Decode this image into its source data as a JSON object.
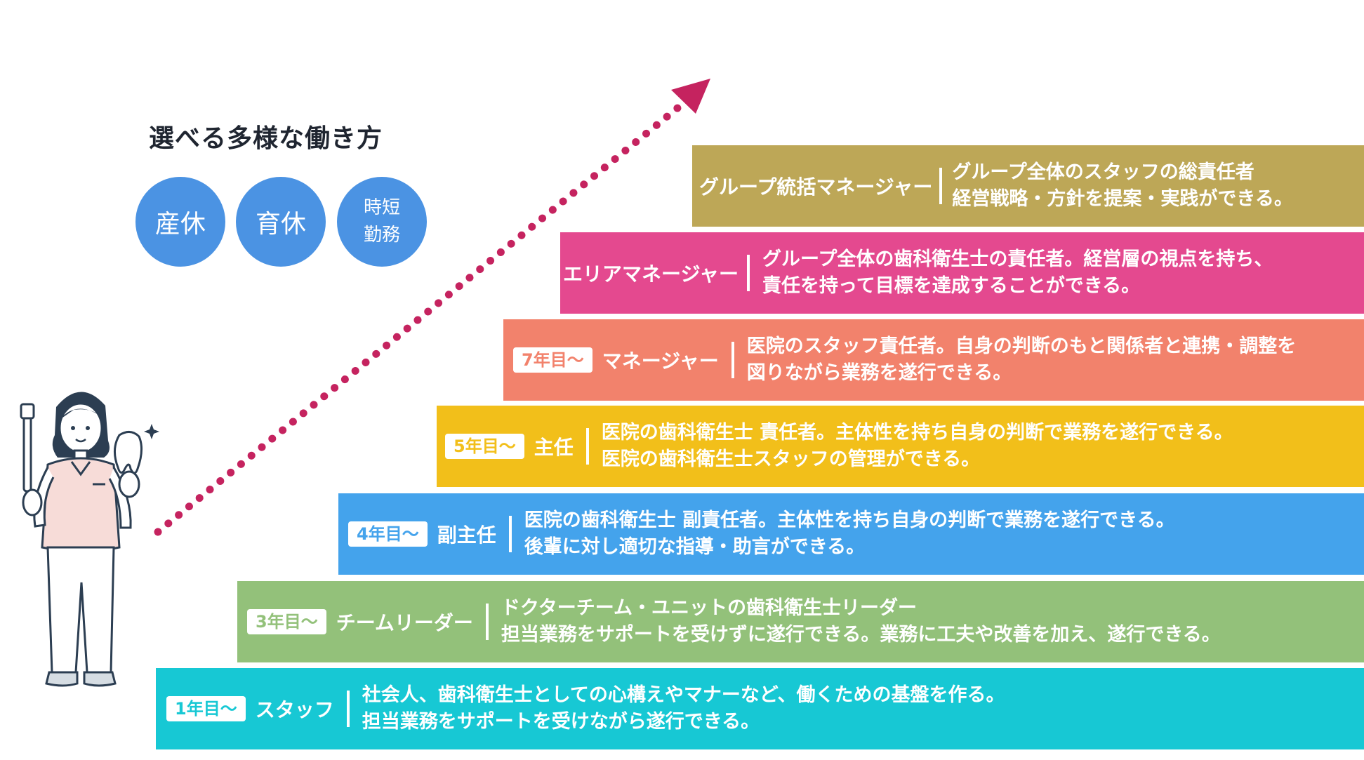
{
  "title": "選べる多様な働き方",
  "circles": [
    {
      "label": "産休"
    },
    {
      "label": "育休"
    },
    {
      "label": "時短\n勤務"
    }
  ],
  "colors": {
    "circle": "#4b93e3",
    "arrow": "#c5235f",
    "staff": "#17c8d4",
    "team_leader": "#93c17a",
    "vice_chief": "#44a3ec",
    "chief": "#f2bf1a",
    "manager": "#f2826c",
    "area_manager": "#e4498f",
    "group_manager": "#bda757"
  },
  "steps": [
    {
      "badge": "1年目～",
      "role": "スタッフ",
      "desc1": "社会人、歯科衛生士としての心構えやマナーなど、働くための基盤を作る。",
      "desc2": "担当業務をサポートを受けながら遂行できる。"
    },
    {
      "badge": "3年目～",
      "role": "チームリーダー",
      "desc1": "ドクターチーム・ユニットの歯科衛生士リーダー",
      "desc2": "担当業務をサポートを受けずに遂行できる。業務に工夫や改善を加え、遂行できる。"
    },
    {
      "badge": "4年目～",
      "role": "副主任",
      "desc1": "医院の歯科衛生士 副責任者。主体性を持ち自身の判断で業務を遂行できる。",
      "desc2": "後輩に対し適切な指導・助言ができる。"
    },
    {
      "badge": "5年目～",
      "role": "主任",
      "desc1": "医院の歯科衛生士 責任者。主体性を持ち自身の判断で業務を遂行できる。",
      "desc2": "医院の歯科衛生士スタッフの管理ができる。"
    },
    {
      "badge": "7年目～",
      "role": "マネージャー",
      "desc1": "医院のスタッフ責任者。自身の判断のもと関係者と連携・調整を",
      "desc2": "図りながら業務を遂行できる。"
    },
    {
      "badge": "",
      "role": "エリアマネージャー",
      "desc1": "グループ全体の歯科衛生士の責任者。経営層の視点を持ち、",
      "desc2": "責任を持って目標を達成することができる。"
    },
    {
      "badge": "",
      "role": "グループ統括マネージャー",
      "desc1": "グループ全体のスタッフの総責任者",
      "desc2": "経営戦略・方針を提案・実践ができる。"
    }
  ]
}
